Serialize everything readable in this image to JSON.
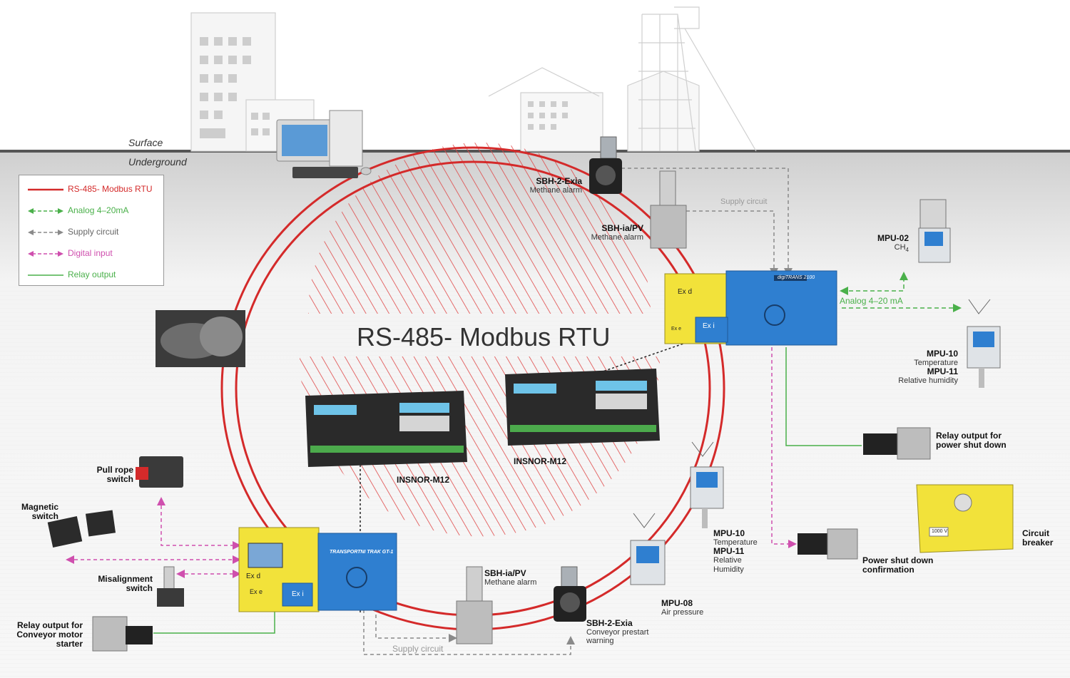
{
  "zones": {
    "surface": "Surface",
    "underground": "Underground"
  },
  "legend": [
    {
      "label": "RS-485- Modbus RTU",
      "color": "#d42a2a",
      "style": "solid",
      "arrows": false
    },
    {
      "label": "Analog 4–20mA",
      "color": "#4ab04a",
      "style": "dashed",
      "arrows": true
    },
    {
      "label": "Supply circuit",
      "color": "#8a8a8a",
      "style": "dashed",
      "arrows": true
    },
    {
      "label": "Digital input",
      "color": "#cf4fae",
      "style": "dashed",
      "arrows": true
    },
    {
      "label": "Relay output",
      "color": "#4ab04a",
      "style": "solid",
      "arrows": false
    }
  ],
  "center_title": "RS-485- Modbus RTU",
  "devices": {
    "sbh2_top": {
      "name": "SBH-2-Exia",
      "desc": "Methane alarm"
    },
    "sbhia_top": {
      "name": "SBH-ia/PV",
      "desc": "Methane alarm"
    },
    "supply_top": "Supply circuit",
    "mpu02": {
      "name": "MPU-02",
      "desc": "CH",
      "sub": "4"
    },
    "analog_label": "Analog 4–20 mA",
    "mpu10_right": {
      "name": "MPU-10",
      "desc": "Temperature",
      "name2": "MPU-11",
      "desc2": "Relative humidity"
    },
    "relay_power": {
      "line1": "Relay output for",
      "line2": "power shut down"
    },
    "circuit_breaker": {
      "line1": "Circuit",
      "line2": "breaker"
    },
    "power_confirm": {
      "line1": "Power shut down",
      "line2": "confirmation"
    },
    "mpu10_mid": {
      "name": "MPU-10",
      "desc": "Temperature",
      "name2": "MPU-11",
      "desc2": "Relative",
      "desc3": "Humidity"
    },
    "mpu08": {
      "name": "MPU-08",
      "desc": "Air pressure"
    },
    "sbh2_bottom": {
      "name": "SBH-2-Exia",
      "desc": "Conveyor prestart",
      "desc2": "warning"
    },
    "sbhia_bottom": {
      "name": "SBH-ia/PV",
      "desc": "Methane alarm"
    },
    "supply_bottom": "Supply circuit",
    "insnor_left": "INSNOR-M12",
    "insnor_right": "INSNOR-M12",
    "pull_rope": {
      "line1": "Pull rope",
      "line2": "switch"
    },
    "magnetic": {
      "line1": "Magnetic",
      "line2": "switch"
    },
    "misalignment": {
      "line1": "Misalignment",
      "line2": "switch"
    },
    "relay_conveyor": {
      "line1": "Relay output for",
      "line2": "Conveyor motor",
      "line3": "starter"
    },
    "digitrans": {
      "plate": "digiTRANS 2100",
      "exd": "Ex d",
      "exi": "Ex i",
      "exe": "Ex e"
    },
    "transport": {
      "plate": "TRANSPORTNI TRAK GT-1",
      "exd": "Ex d",
      "exi": "Ex i",
      "exe": "Ex e"
    },
    "breaker_plate": "1000 V"
  },
  "colors": {
    "bus": "#d42a2a",
    "analog": "#4ab04a",
    "supply": "#8a8a8a",
    "digital": "#cf4fae",
    "relay": "#4ab04a",
    "enclosure_yellow": "#f2e23a",
    "enclosure_blue": "#2f7fd0"
  }
}
